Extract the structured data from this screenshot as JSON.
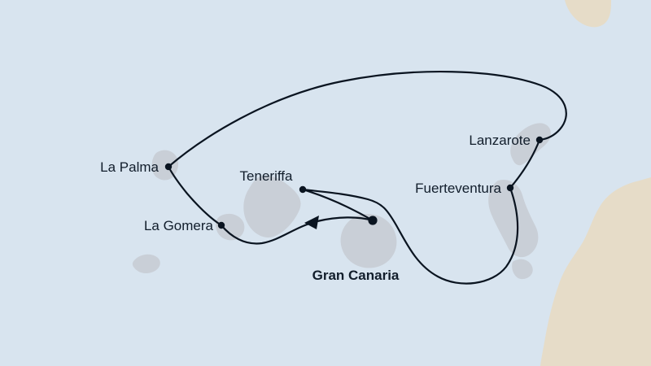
{
  "title": "Canary Islands cruise route map",
  "ports": {
    "la_palma": {
      "label": "La Palma"
    },
    "teneriffa": {
      "label": "Teneriffa"
    },
    "lanzarote": {
      "label": "Lanzarote"
    },
    "fuerteventura": {
      "label": "Fuerteventura"
    },
    "la_gomera": {
      "label": "La Gomera"
    },
    "gran_canaria": {
      "label": "Gran Canaria"
    }
  },
  "route": {
    "start_port": "Gran Canaria",
    "stops_in_order": [
      "Gran Canaria",
      "La Gomera",
      "La Palma",
      "Lanzarote",
      "Fuerteventura",
      "Teneriffa",
      "Gran Canaria"
    ],
    "direction_arrow": "between Gran Canaria and La Gomera, pointing toward La Gomera"
  },
  "colors": {
    "sea": "#d8e4ef",
    "island": "#c9cfd7",
    "mainland": "#e6dcc8",
    "route": "#0a1420",
    "label": "#111d2b"
  }
}
